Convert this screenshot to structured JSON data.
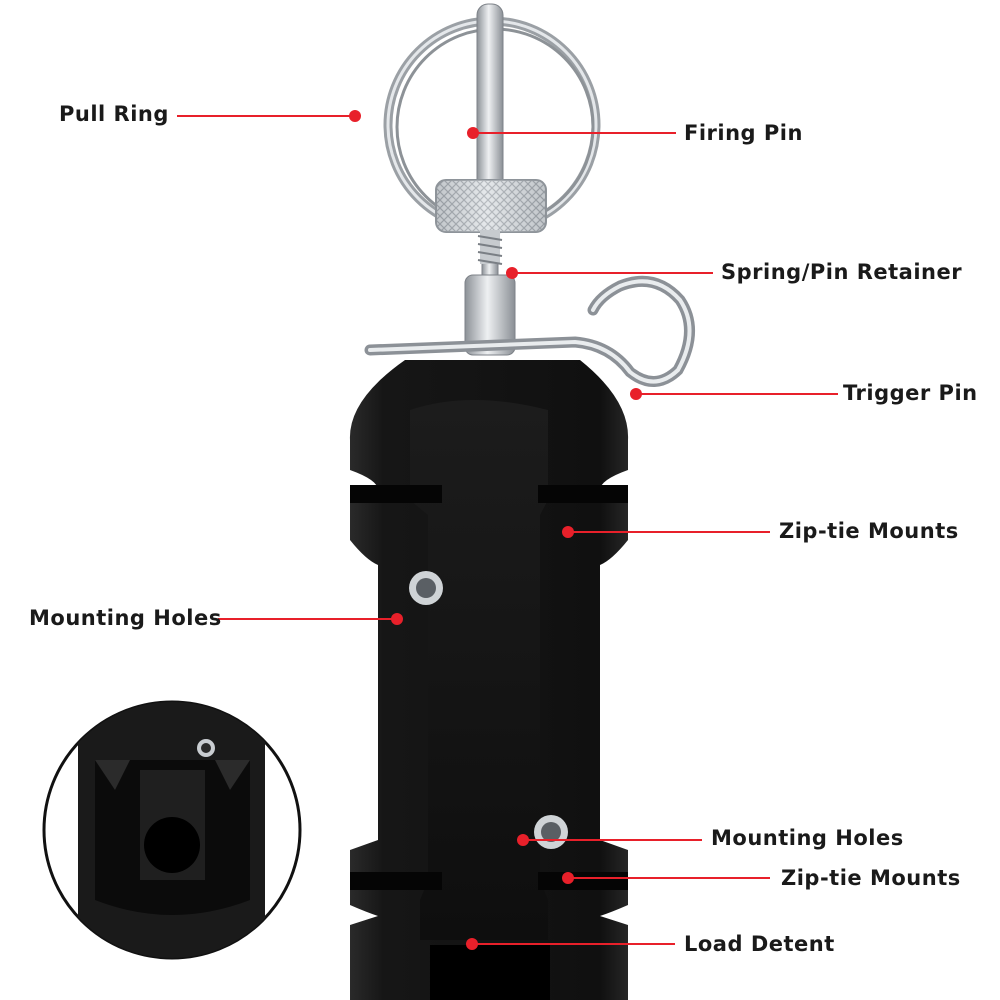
{
  "labels": {
    "pull_ring": "Pull Ring",
    "firing_pin": "Firing Pin",
    "spring_pin_retainer": "Spring/Pin Retainer",
    "trigger_pin": "Trigger Pin",
    "zip_tie_mounts_top": "Zip-tie Mounts",
    "mounting_holes_left": "Mounting Holes",
    "mounting_holes_bottom": "Mounting Holes",
    "zip_tie_mounts_bottom": "Zip-tie Mounts",
    "load_detent": "Load Detent"
  },
  "colors": {
    "leader": "#e8202a",
    "body": "#121212",
    "metal": "#b9bec3",
    "label_text": "#1a1a1a"
  }
}
